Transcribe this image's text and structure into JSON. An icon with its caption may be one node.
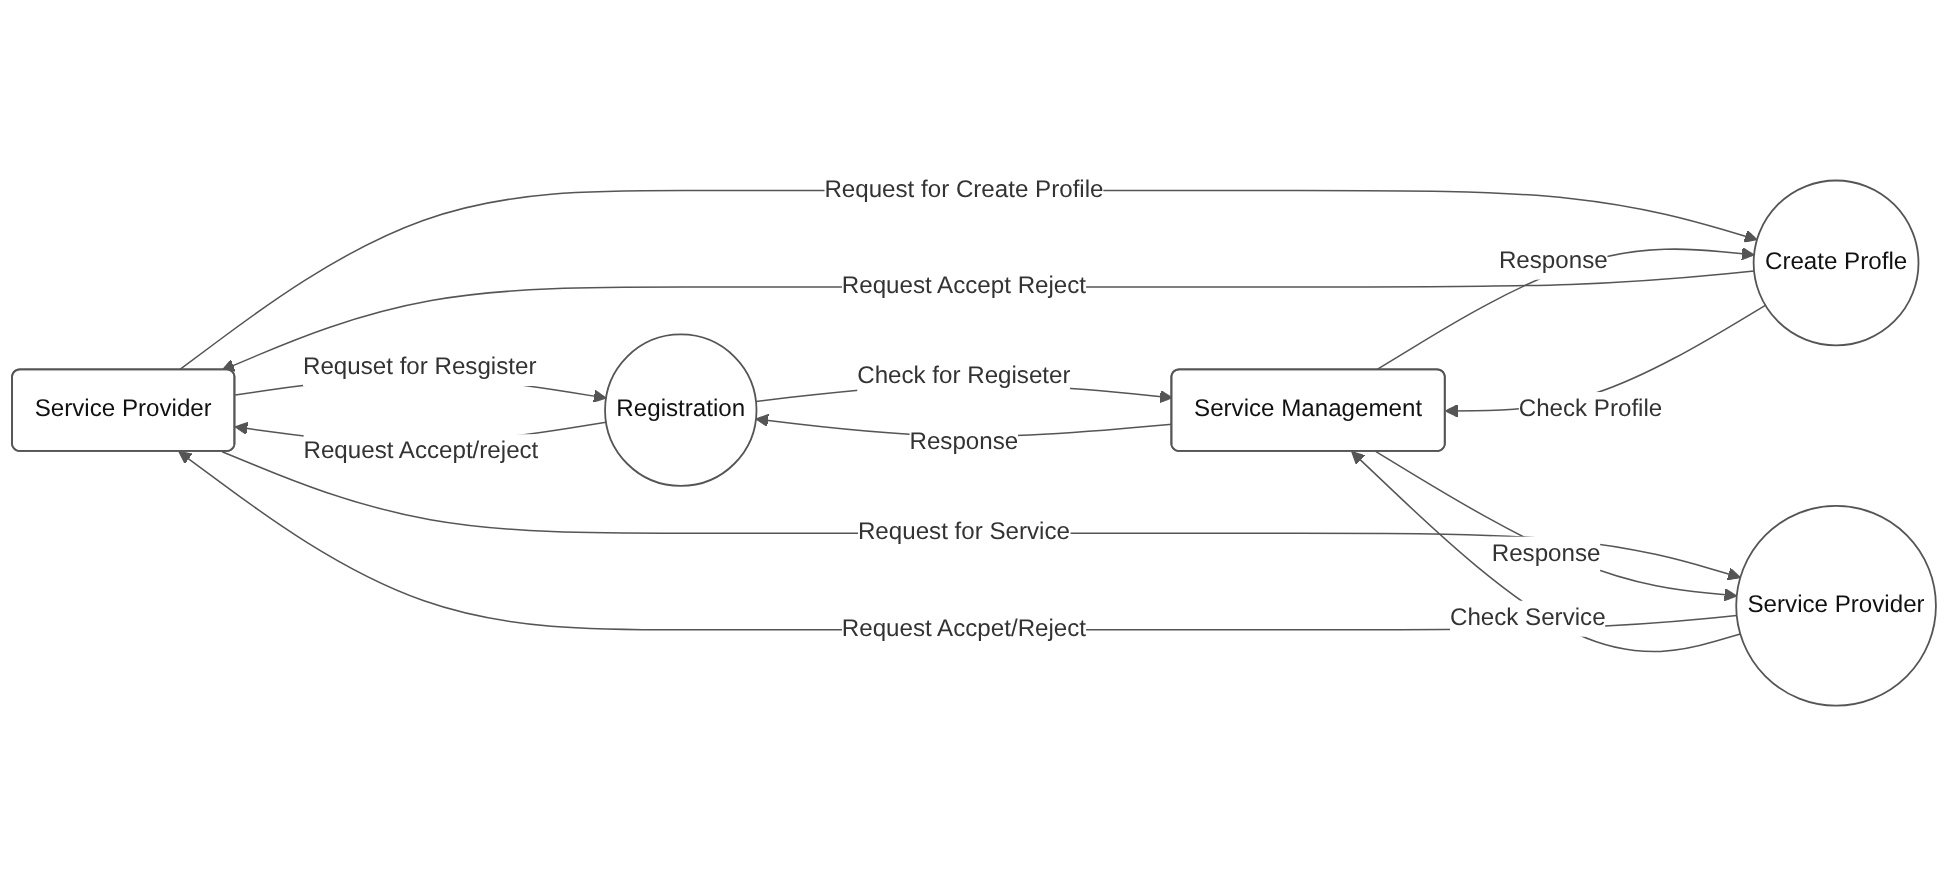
{
  "diagram": {
    "nodes": [
      {
        "text": [
          "Service Provider"
        ]
      },
      {
        "text": [
          "Registration"
        ]
      },
      {
        "text": [
          "Service Management"
        ]
      },
      {
        "text": [
          "Create Profle"
        ]
      },
      {
        "text": [
          "Service Provider"
        ]
      }
    ],
    "edges": [
      {
        "from": 0,
        "to": 1,
        "arrow": "to",
        "label": "Requset for Resgister"
      },
      {
        "from": 1,
        "to": 0,
        "arrow": "to",
        "label": "Request Accept/reject"
      },
      {
        "from": 1,
        "to": 2,
        "arrow": "to",
        "label": "Check for Regiseter"
      },
      {
        "from": 2,
        "to": 1,
        "arrow": "to",
        "label": "Response"
      },
      {
        "from": 0,
        "to": 3,
        "arrow": "to",
        "label": "Request for Create Profile"
      },
      {
        "from": 3,
        "to": 0,
        "arrow": "to",
        "label": "Request Accept Reject"
      },
      {
        "from": 3,
        "to": 2,
        "arrow": "to",
        "label": "Check Profile"
      },
      {
        "from": 2,
        "to": 3,
        "arrow": "to",
        "label": "Response"
      },
      {
        "from": 0,
        "to": 4,
        "arrow": "to",
        "label": "Request for Service"
      },
      {
        "from": 4,
        "to": 0,
        "arrow": "to",
        "label": "Request Accpet/Reject"
      },
      {
        "from": 4,
        "to": 2,
        "arrow": "to",
        "label": "Check Service"
      },
      {
        "from": 2,
        "to": 4,
        "arrow": "to",
        "label": "Response"
      }
    ]
  }
}
